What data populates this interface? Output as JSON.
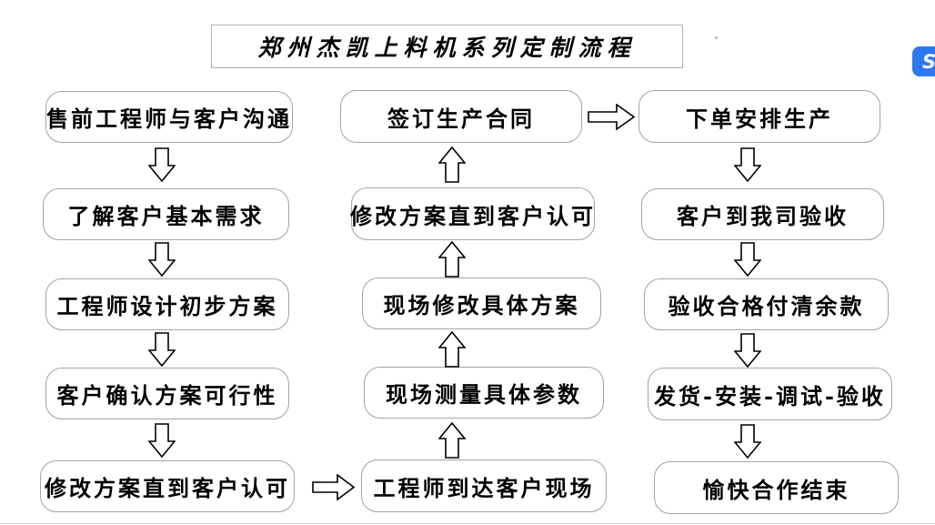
{
  "title": "郑州杰凯上料机系列定制流程",
  "flow": {
    "direction_notes": {
      "left_column": "top-to-bottom",
      "middle_column": "bottom-to-top",
      "right_column": "top-to-bottom"
    },
    "left_column": [
      "售前工程师与客户沟通",
      "了解客户基本需求",
      "工程师设计初步方案",
      "客户确认方案可行性",
      "修改方案直到客户认可"
    ],
    "middle_column": [
      "签订生产合同",
      "修改方案直到客户认可",
      "现场修改具体方案",
      "现场测量具体参数",
      "工程师到达客户现场"
    ],
    "right_column": [
      "下单安排生产",
      "客户到我司验收",
      "验收合格付清余款",
      "发货-安装-调试-验收",
      "愉快合作结束"
    ]
  },
  "logo": {
    "glyph": "S",
    "color": "#2E78F0"
  },
  "colors": {
    "box_border": "#a3a3a3",
    "title_border": "#b0b0b0",
    "arrow_stroke": "#000000",
    "background": "#ffffff",
    "text": "#000000"
  }
}
